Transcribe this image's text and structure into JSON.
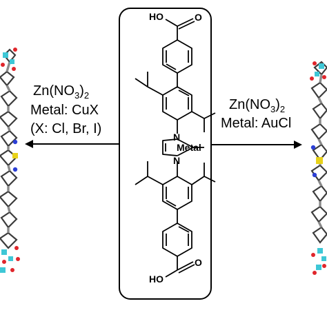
{
  "left_reaction": {
    "line1_prefix": "Zn(NO",
    "line1_sub1": "3",
    "line1_mid": ")",
    "line1_sub2": "2",
    "line2": "Metal: CuX",
    "line3": "(X: Cl, Br, I)"
  },
  "right_reaction": {
    "line1_prefix": "Zn(NO",
    "line1_sub1": "3",
    "line1_mid": ")",
    "line1_sub2": "2",
    "line2": "Metal: AuCl"
  },
  "molecule": {
    "top_acid_label": "HO",
    "top_acid_o": "O",
    "bottom_acid_label": "HO",
    "bottom_acid_o": "O",
    "n_top": "N",
    "n_bottom": "N",
    "metal_label": "Metal"
  },
  "colors": {
    "line": "#000000",
    "crystal_gray": "#8a8a8a",
    "crystal_dark": "#3c3c3c",
    "zinc_cyan": "#3ec7d6",
    "oxygen_red": "#e0252b",
    "nitrogen_blue": "#2b3fd6",
    "metal_yellow": "#e8d21a"
  }
}
